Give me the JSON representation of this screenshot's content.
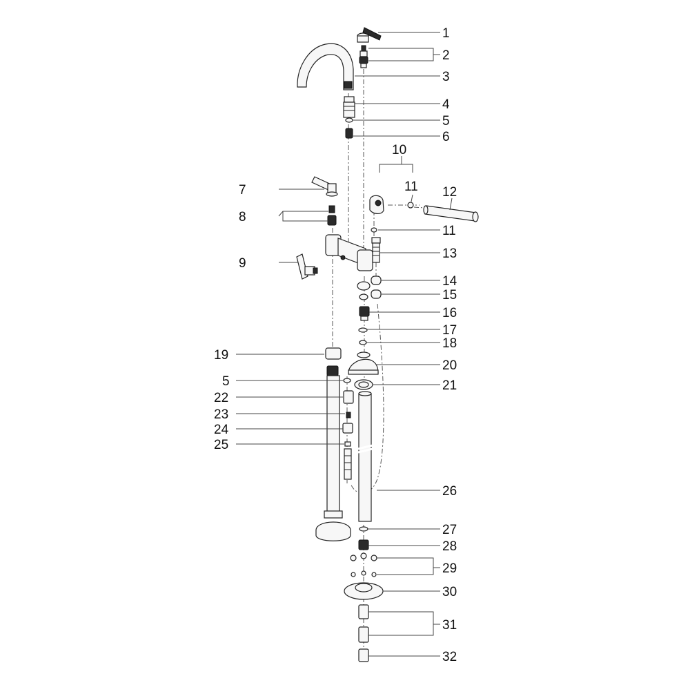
{
  "diagram": {
    "callouts": [
      {
        "id": "c1",
        "label": "1"
      },
      {
        "id": "c2",
        "label": "2"
      },
      {
        "id": "c3",
        "label": "3"
      },
      {
        "id": "c4",
        "label": "4"
      },
      {
        "id": "c5a",
        "label": "5"
      },
      {
        "id": "c6",
        "label": "6"
      },
      {
        "id": "c7",
        "label": "7"
      },
      {
        "id": "c8",
        "label": "8"
      },
      {
        "id": "c9",
        "label": "9"
      },
      {
        "id": "c10",
        "label": "10"
      },
      {
        "id": "c11a",
        "label": "11"
      },
      {
        "id": "c11b",
        "label": "11"
      },
      {
        "id": "c12",
        "label": "12"
      },
      {
        "id": "c13",
        "label": "13"
      },
      {
        "id": "c14",
        "label": "14"
      },
      {
        "id": "c15",
        "label": "15"
      },
      {
        "id": "c16",
        "label": "16"
      },
      {
        "id": "c17",
        "label": "17"
      },
      {
        "id": "c18",
        "label": "18"
      },
      {
        "id": "c19",
        "label": "19"
      },
      {
        "id": "c20",
        "label": "20"
      },
      {
        "id": "c5b",
        "label": "5"
      },
      {
        "id": "c21",
        "label": "21"
      },
      {
        "id": "c22",
        "label": "22"
      },
      {
        "id": "c23",
        "label": "23"
      },
      {
        "id": "c24",
        "label": "24"
      },
      {
        "id": "c25",
        "label": "25"
      },
      {
        "id": "c26",
        "label": "26"
      },
      {
        "id": "c27",
        "label": "27"
      },
      {
        "id": "c28",
        "label": "28"
      },
      {
        "id": "c29",
        "label": "29"
      },
      {
        "id": "c30",
        "label": "30"
      },
      {
        "id": "c31",
        "label": "31"
      },
      {
        "id": "c32",
        "label": "32"
      }
    ]
  }
}
